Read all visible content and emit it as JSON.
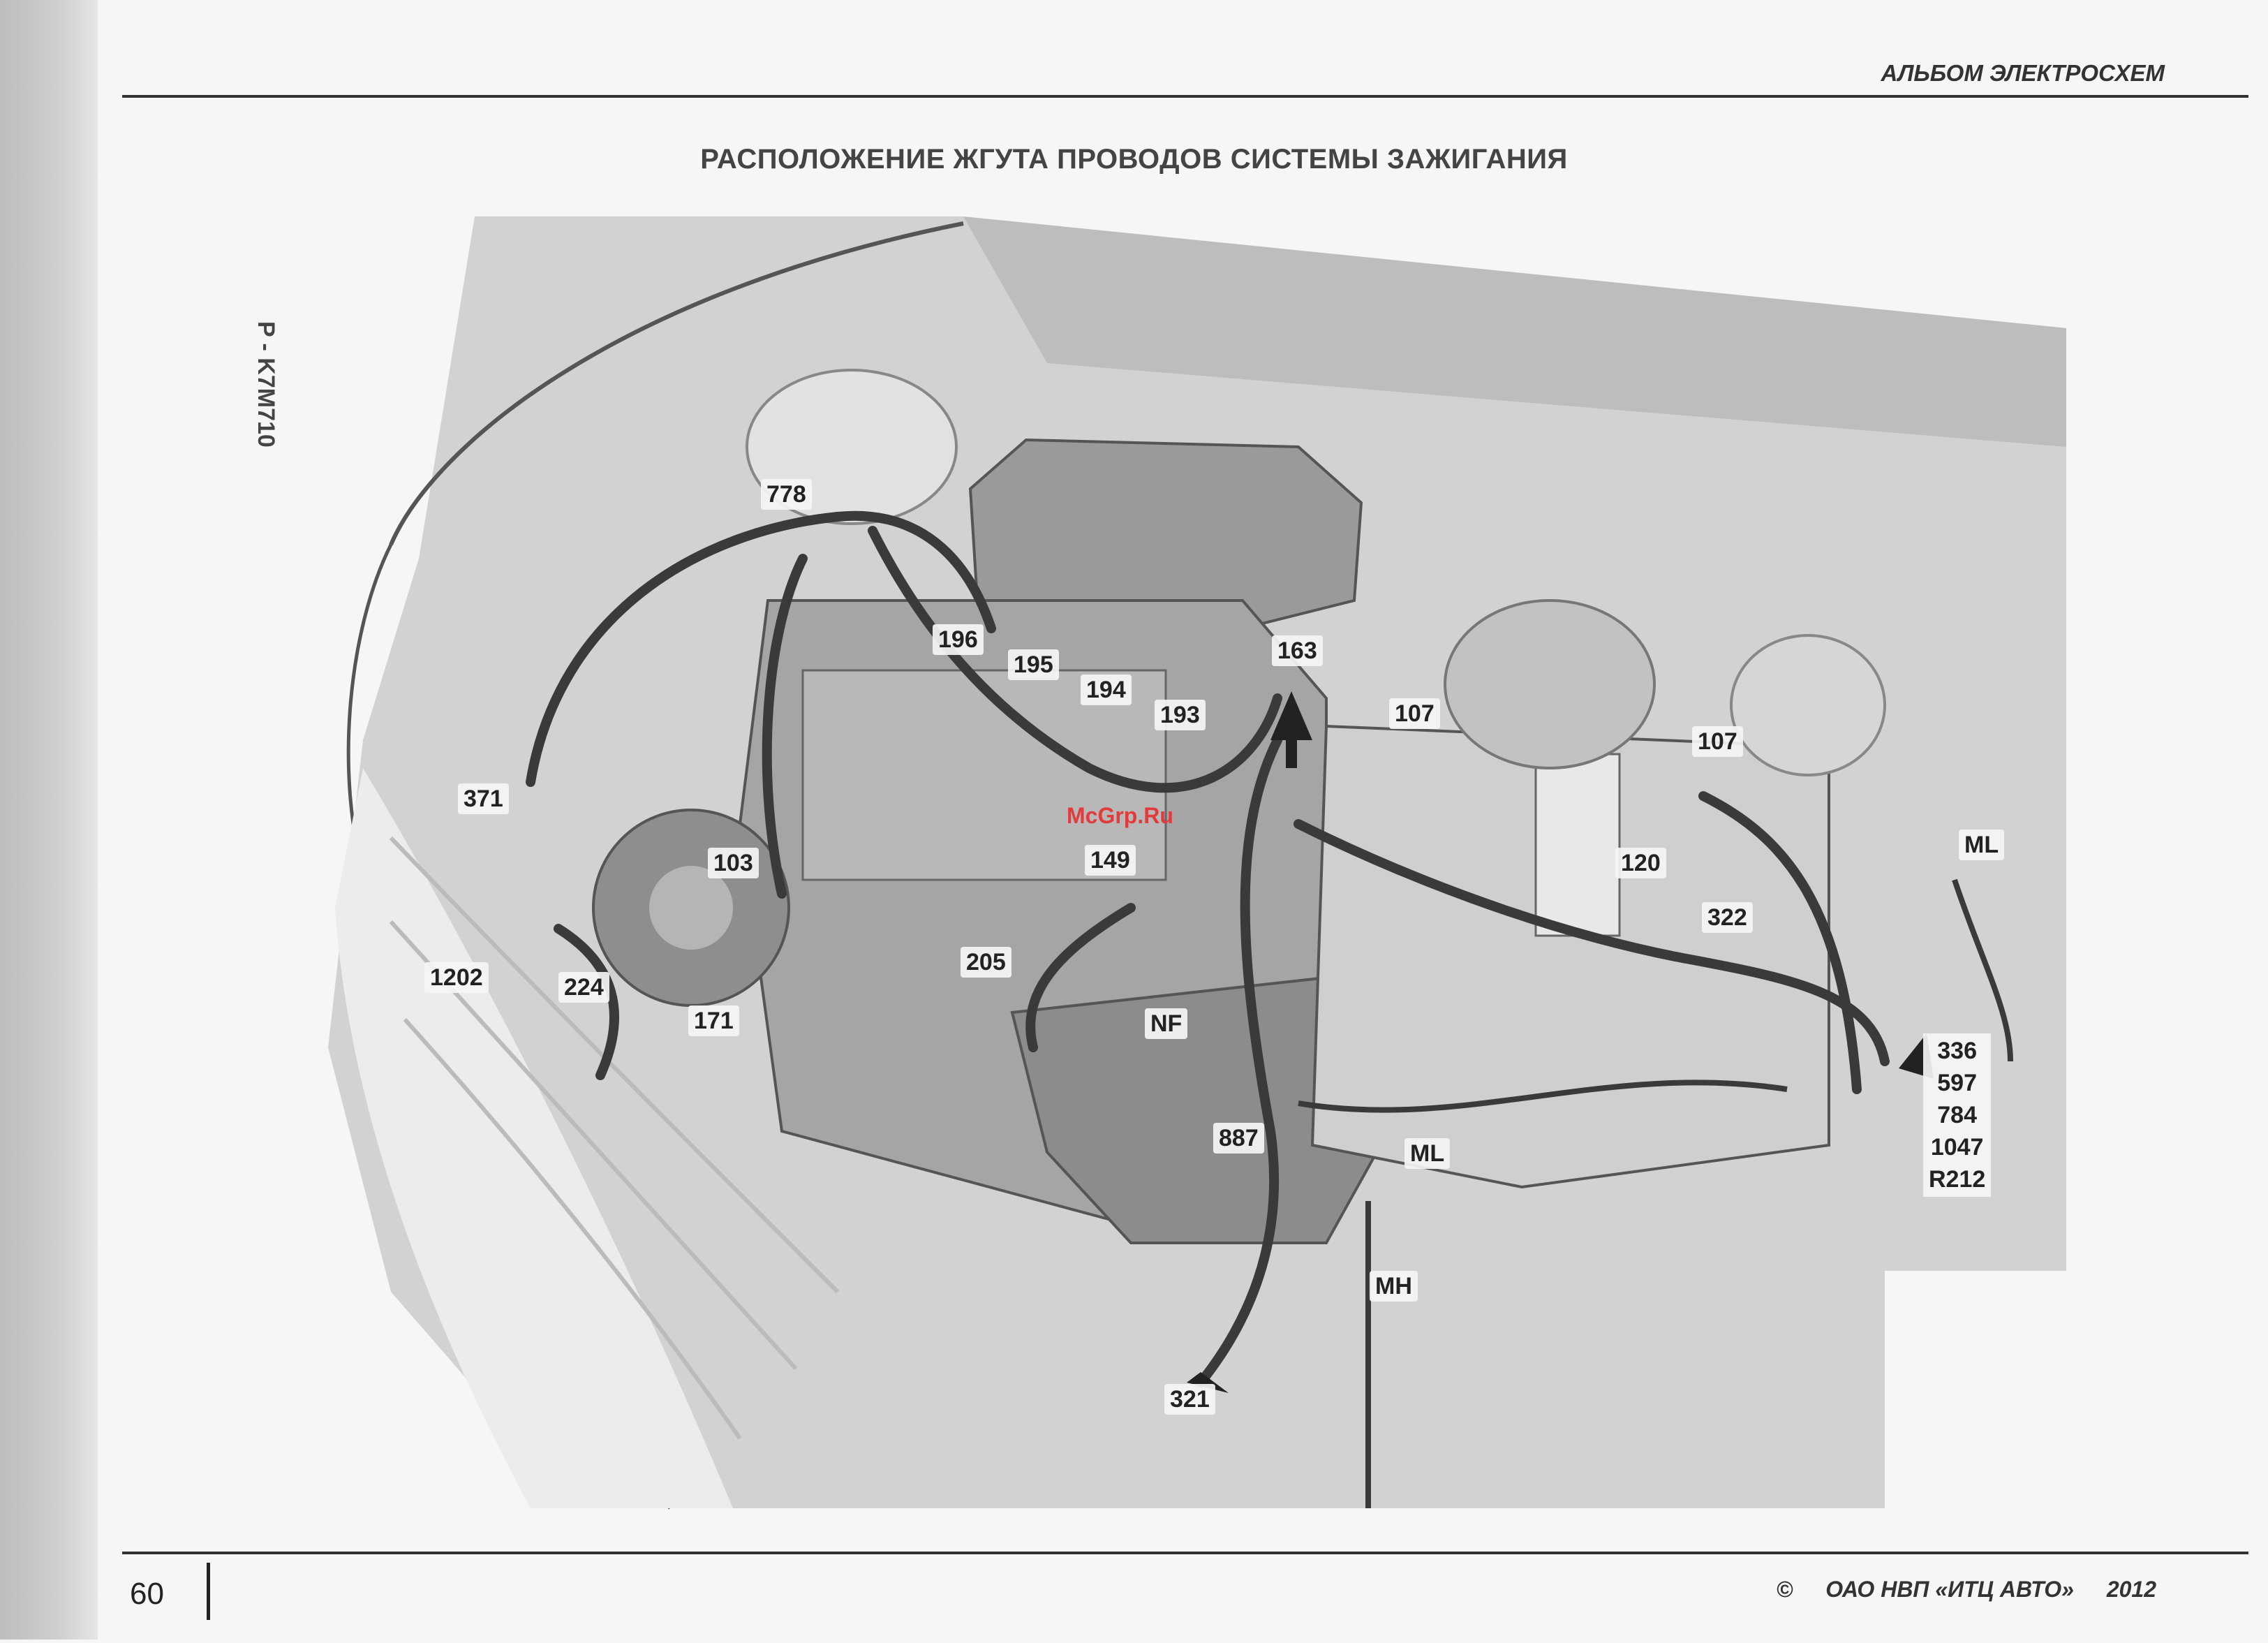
{
  "header": {
    "album_title": "АЛЬБОМ ЭЛЕКТРОСХЕМ"
  },
  "page": {
    "heading": "РАСПОЛОЖЕНИЕ ЖГУТА ПРОВОДОВ СИСТЕМЫ ЗАЖИГАНИЯ",
    "side_code": "P - K7M710",
    "watermark": "McGrp.Ru"
  },
  "callouts": {
    "c778": "778",
    "c196": "196",
    "c195": "195",
    "c194": "194",
    "c193": "193",
    "c163": "163",
    "c107a": "107",
    "c107b": "107",
    "c371": "371",
    "c103": "103",
    "c149": "149",
    "c120": "120",
    "c322": "322",
    "cML1": "ML",
    "c1202": "1202",
    "c224": "224",
    "c171": "171",
    "c205": "205",
    "cNF": "NF",
    "c887": "887",
    "cML2": "ML",
    "cMH": "MH",
    "c321": "321"
  },
  "callout_stack": [
    "336",
    "597",
    "784",
    "1047",
    "R212"
  ],
  "footer": {
    "page_number": "60",
    "copyright": "©",
    "publisher": "ОАО НВП «ИТЦ АВТО»",
    "year": "2012"
  }
}
